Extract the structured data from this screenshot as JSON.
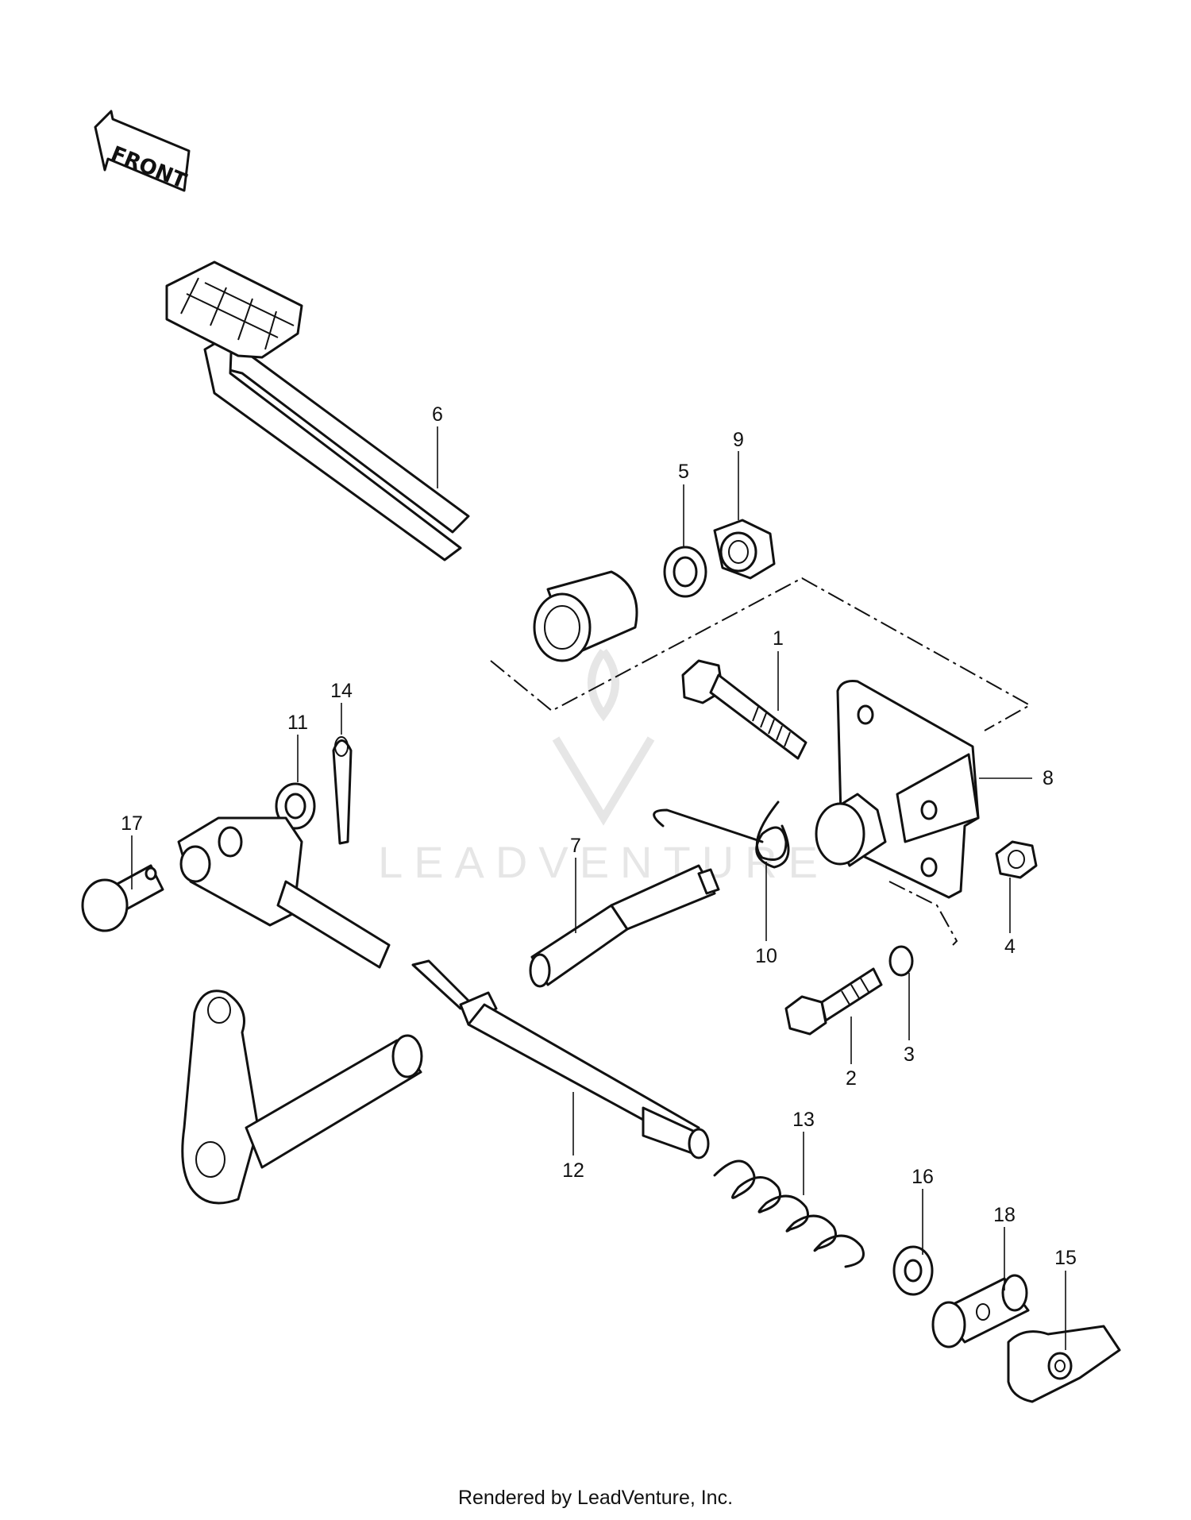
{
  "direction_label": "FRONT",
  "callouts": {
    "c1": "1",
    "c2": "2",
    "c3": "3",
    "c4": "4",
    "c5": "5",
    "c6": "6",
    "c7": "7",
    "c8": "8",
    "c9": "9",
    "c10": "10",
    "c11": "11",
    "c12": "12",
    "c13": "13",
    "c14": "14",
    "c15": "15",
    "c16": "16",
    "c17": "17",
    "c18": "18"
  },
  "watermark": "LEADVENTURE",
  "footer": "Rendered by LeadVenture, Inc."
}
